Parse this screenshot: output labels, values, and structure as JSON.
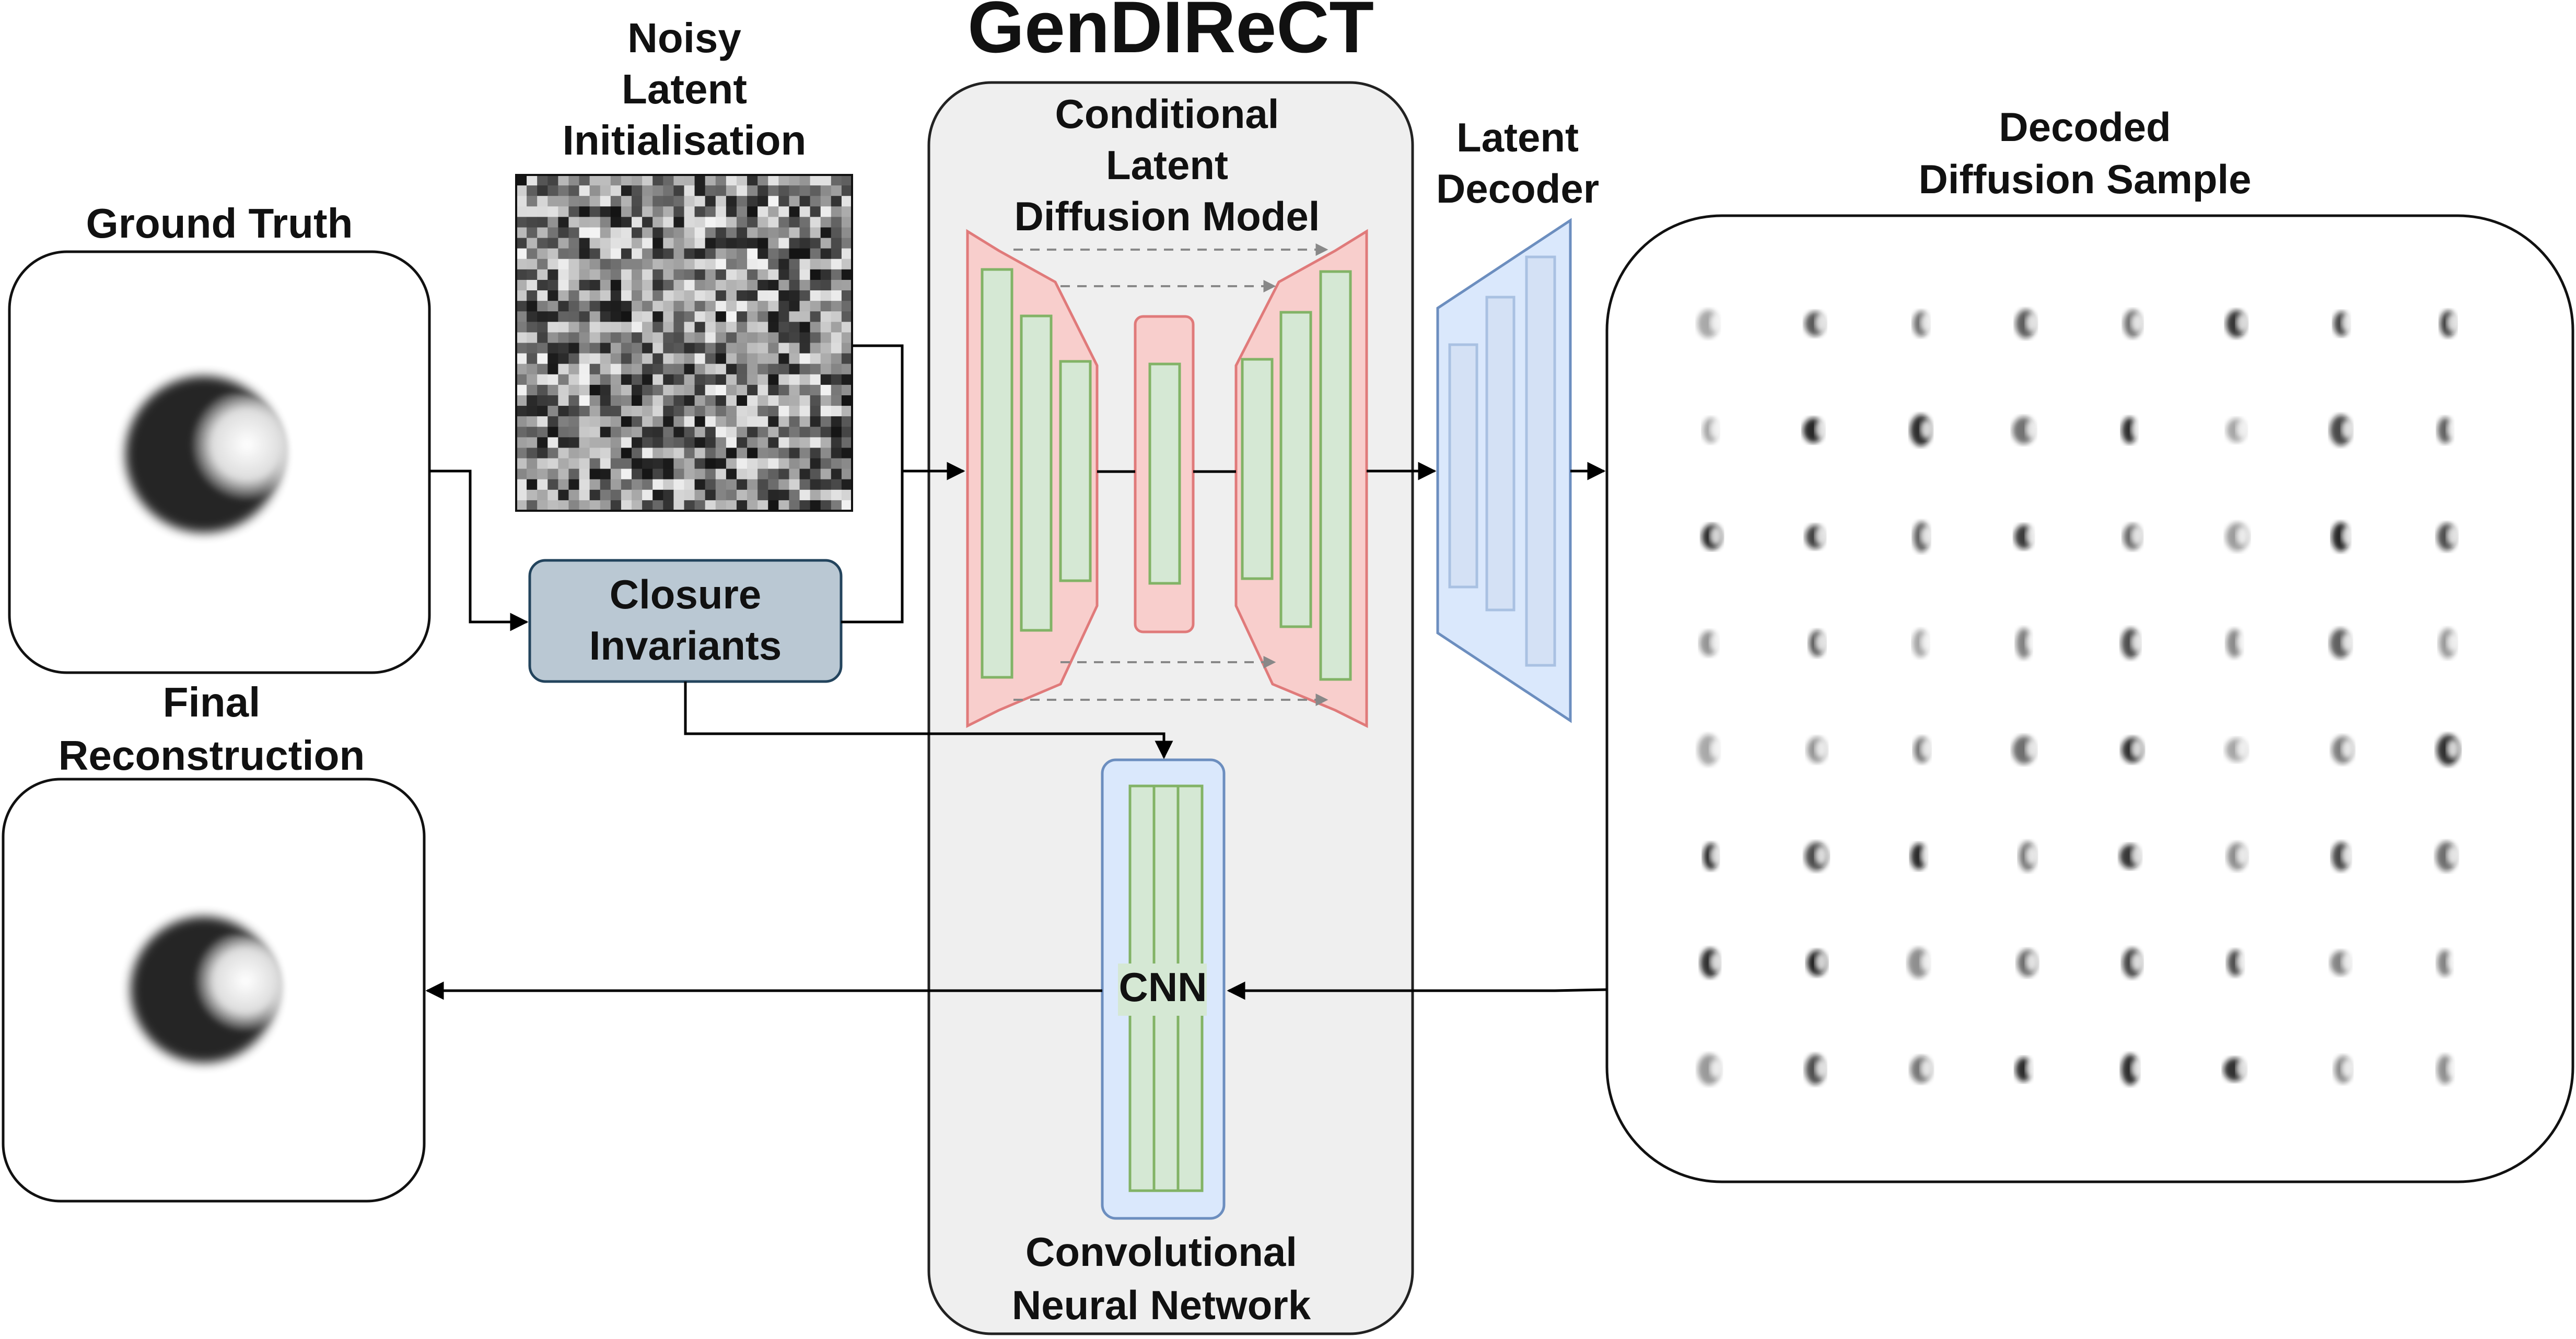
{
  "title": "GenDIReCT",
  "labels": {
    "ground_truth": [
      "Ground Truth"
    ],
    "noisy_latent": [
      "Noisy",
      "Latent",
      "Initialisation"
    ],
    "closure_invariants": [
      "Closure",
      "Invariants"
    ],
    "final_reconstruction": [
      "Final",
      "Reconstruction"
    ],
    "cldm": [
      "Conditional",
      "Latent",
      "Diffusion Model"
    ],
    "latent_decoder": [
      "Latent",
      "Decoder"
    ],
    "decoded_sample": [
      "Decoded",
      "Diffusion Sample"
    ],
    "cnn": "CNN",
    "conv_net": [
      "Convolutional",
      "Neural Network"
    ]
  },
  "colors": {
    "panel_fill": "#efefef",
    "unet_fill": "#f8cecc",
    "unet_stroke": "#e07a7a",
    "layer_fill": "#d5e8d4",
    "layer_stroke": "#82b366",
    "decoder_fill": "#dae8fc",
    "decoder_stroke": "#6c8ebf",
    "closure_fill": "#bac8d3",
    "closure_stroke": "#23445d"
  },
  "sample_grid": {
    "rows": 8,
    "cols": 8
  }
}
